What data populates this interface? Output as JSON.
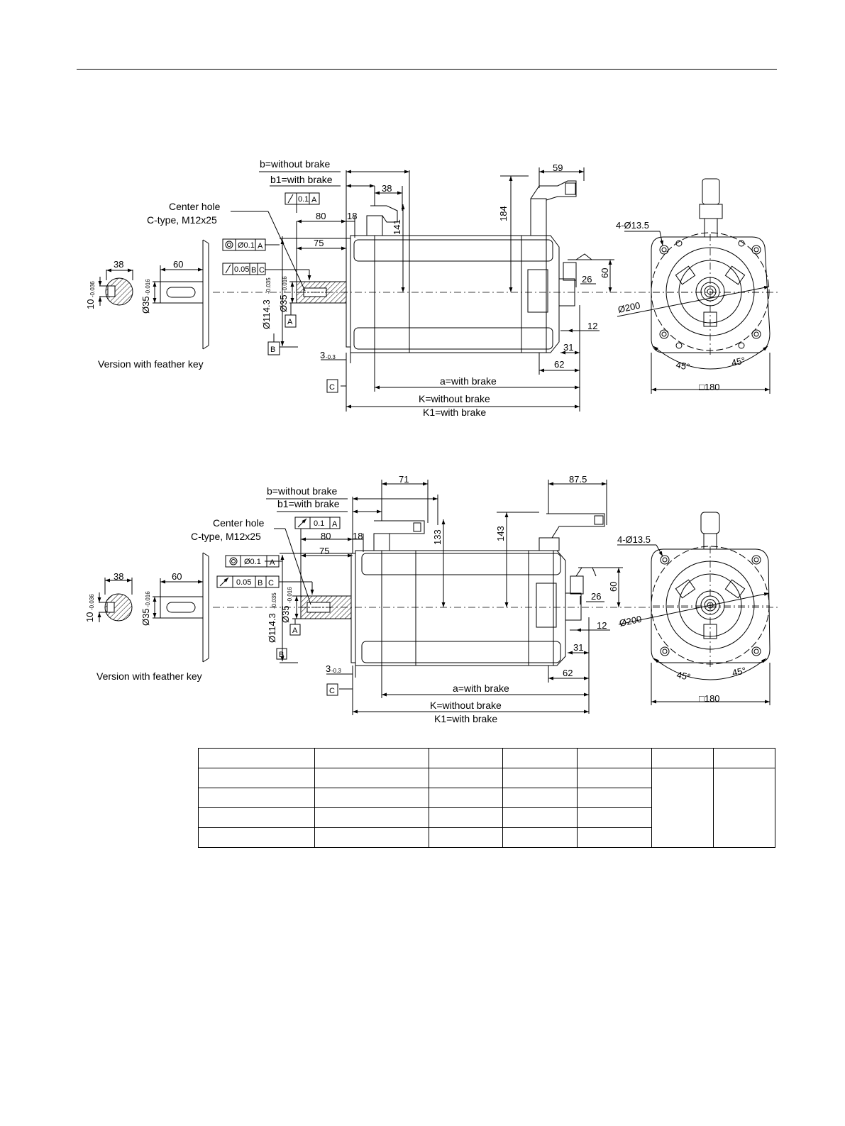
{
  "drawings": [
    {
      "labels": {
        "b": "b=without brake",
        "b1": "b1=with brake",
        "center_hole_1": "Center hole",
        "center_hole_2": "C-type, M12x25",
        "feather_key": "Version with feather key",
        "a": "a=with brake",
        "k": "K=without brake",
        "k1": "K1=with brake",
        "holes": "4-Ø13.5",
        "pcd": "Ø200",
        "square": "□180",
        "angle_left": "45°",
        "angle_right": "45°"
      },
      "dims": {
        "key_38": "38",
        "key_60": "60",
        "key_10": "10",
        "key_10_tol": "-0.036",
        "key_d35": "Ø35",
        "key_d35_tol": "-0.016",
        "d80": "80",
        "d75": "75",
        "d18": "18",
        "d38": "38",
        "d141": "141",
        "d184": "184",
        "d59": "59",
        "d26": "26",
        "d60": "60",
        "d12": "12",
        "d31": "31",
        "d62": "62",
        "d3": "3",
        "d3_tol": "-0.3",
        "d114": "Ø114.3",
        "d114_tol": "-0.035",
        "shaft_d35": "Ø35",
        "shaft_d35_tol": "-0.016"
      },
      "tolerances": {
        "runout": "0.1",
        "runout_datum": "A",
        "concentric": "Ø0.1",
        "concentric_datum": "A",
        "runout2": "0.05",
        "runout2_datum1": "B",
        "runout2_datum2": "C"
      },
      "datums": {
        "a": "A",
        "b": "B",
        "c": "C"
      }
    },
    {
      "labels": {
        "b": "b=without brake",
        "b1": "b1=with brake",
        "center_hole_1": "Center hole",
        "center_hole_2": "C-type, M12x25",
        "feather_key": "Version with feather key",
        "a": "a=with brake",
        "k": "K=without brake",
        "k1": "K1=with brake",
        "holes": "4-Ø13.5",
        "pcd": "Ø200",
        "square": "□180",
        "angle_left": "45°",
        "angle_right": "45°"
      },
      "dims": {
        "key_38": "38",
        "key_60": "60",
        "key_10": "10",
        "key_10_tol": "-0.036",
        "key_d35": "Ø35",
        "key_d35_tol": "-0.016",
        "d80": "80",
        "d75": "75",
        "d18": "18",
        "d71": "71",
        "d133": "133",
        "d143": "143",
        "d87": "87.5",
        "d26": "26",
        "d60": "60",
        "d12": "12",
        "d31": "31",
        "d62": "62",
        "d3": "3",
        "d3_tol": "-0.3",
        "d114": "Ø114.3",
        "d114_tol": "-0.035",
        "shaft_d35": "Ø35",
        "shaft_d35_tol": "-0.016"
      },
      "tolerances": {
        "runout": "0.1",
        "runout_datum": "A",
        "concentric": "Ø0.1",
        "concentric_datum": "A",
        "runout2": "0.05",
        "runout2_datum1": "B",
        "runout2_datum2": "C"
      },
      "datums": {
        "a": "A",
        "b": "B",
        "c": "C"
      }
    }
  ]
}
